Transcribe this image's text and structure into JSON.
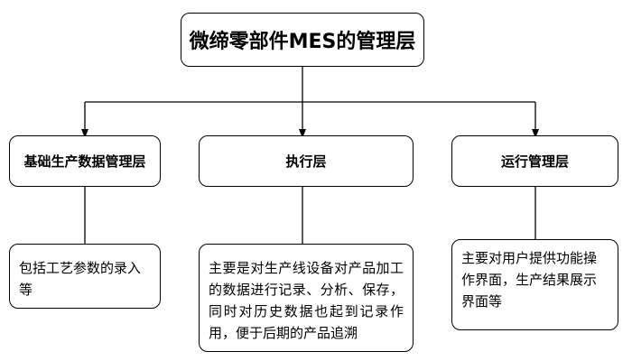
{
  "root": {
    "title": "微缔零部件MES的管理层"
  },
  "levels": [
    {
      "label": "基础生产数据管理层",
      "description": "包括工艺参数的录入等"
    },
    {
      "label": "执行层",
      "description": "主要是对生产线设备对产品加工的数据进行记录、分析、保存，同时对历史数据也起到记录作用，便于后期的产品追溯"
    },
    {
      "label": "运行管理层",
      "description": "主要对用户提供功能操作界面，生产结果展示界面等"
    }
  ]
}
